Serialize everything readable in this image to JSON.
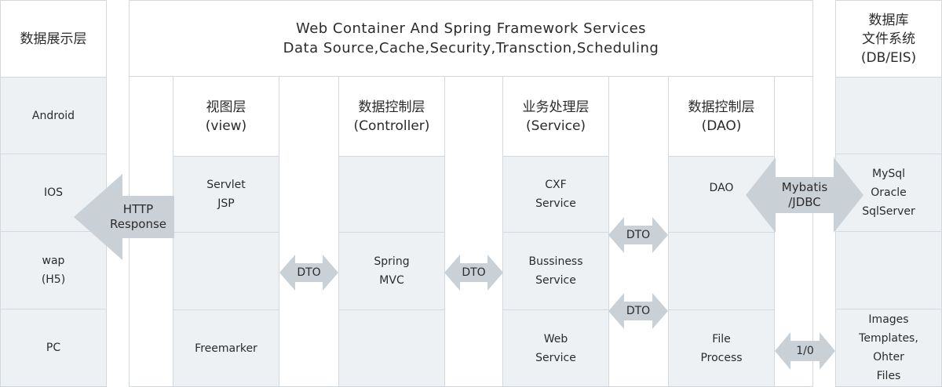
{
  "colors": {
    "cell_gray": "#edf1f4",
    "border": "#d3d8de",
    "arrow": "#c9d1d7",
    "text": "#2b2b2b"
  },
  "left_column": {
    "header": "数据展示层",
    "items": [
      "Android",
      "IOS",
      "wap",
      "(H5)",
      "PC"
    ]
  },
  "banner": {
    "line1": "Web Container And Spring Framework Services",
    "line2": "Data Source,Cache,Security,Transction,Scheduling"
  },
  "right_column": {
    "header_line1": "数据库",
    "header_line2": "文件系统",
    "header_line3": "(DB/EIS)",
    "storage_1": "MySql",
    "storage_2": "Oracle",
    "storage_3": "SqlServer",
    "files_1": "Images",
    "files_2": "Templates,",
    "files_3": "Ohter",
    "files_4": "Files"
  },
  "layers": {
    "view": {
      "title": "视图层",
      "subtitle": "(view)",
      "items": [
        "Servlet",
        "JSP",
        "Freemarker"
      ]
    },
    "controller": {
      "title": "数据控制层",
      "subtitle": "(Controller)",
      "items": [
        "Spring",
        "MVC"
      ]
    },
    "service": {
      "title": "业务处理层",
      "subtitle": "(Service)",
      "items": [
        "CXF",
        "Service",
        "Bussiness",
        "Service",
        "Web",
        "Service"
      ]
    },
    "dao": {
      "title": "数据控制层",
      "subtitle": "(DAO)",
      "items": [
        "DAO",
        "File",
        "Process"
      ]
    }
  },
  "arrows": {
    "http_1": "HTTP",
    "http_2": "Response",
    "dto": "DTO",
    "mybatis_1": "Mybatis",
    "mybatis_2": "/JDBC",
    "io": "1/0"
  }
}
